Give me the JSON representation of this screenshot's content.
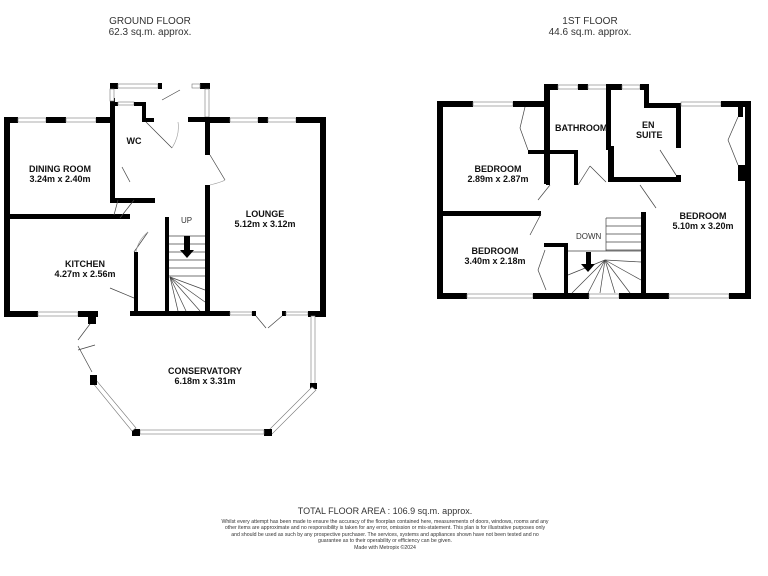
{
  "floors": {
    "ground": {
      "title": "GROUND FLOOR",
      "area": "62.3 sq.m. approx.",
      "rooms": {
        "dining": {
          "name": "DINING ROOM",
          "dims": "3.24m  x 2.40m"
        },
        "wc": {
          "name": "WC"
        },
        "kitchen": {
          "name": "KITCHEN",
          "dims": "4.27m  x 2.56m"
        },
        "lounge": {
          "name": "LOUNGE",
          "dims": "5.12m  x 3.12m"
        },
        "conservatory": {
          "name": "CONSERVATORY",
          "dims": "6.18m  x 3.31m"
        }
      },
      "stairs_label": "UP"
    },
    "first": {
      "title": "1ST FLOOR",
      "area": "44.6 sq.m. approx.",
      "rooms": {
        "bedroom1": {
          "name": "BEDROOM",
          "dims": "2.89m  x 2.87m"
        },
        "bathroom": {
          "name": "BATHROOM"
        },
        "ensuite": {
          "name": "EN",
          "name2": "SUITE"
        },
        "bedroom2": {
          "name": "BEDROOM",
          "dims": "5.10m  x 3.20m"
        },
        "bedroom3": {
          "name": "BEDROOM",
          "dims": "3.40m  x 2.18m"
        }
      },
      "stairs_label": "DOWN"
    }
  },
  "footer": {
    "total": "TOTAL FLOOR AREA : 106.9 sq.m. approx.",
    "disclaimer": "Whilst every attempt has been made to ensure the accuracy of the floorplan contained here, measurements of doors, windows, rooms and any other items are approximate and no responsibility is taken for any error, omission or mis-statement. This plan is for illustrative purposes only and should be used as such by any prospective purchaser. The services, systems and appliances shown have not been tested and no guarantee as to their operability or efficiency can be given.",
    "made_with": "Made with Metropix ©2024"
  }
}
